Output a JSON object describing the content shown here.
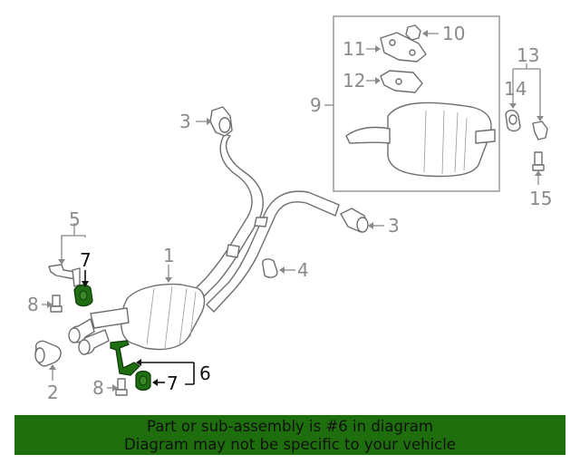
{
  "callouts": {
    "n1": "1",
    "n2": "2",
    "n3a": "3",
    "n3b": "3",
    "n4": "4",
    "n5": "5",
    "n6": "6",
    "n7a": "7",
    "n7b": "7",
    "n8a": "8",
    "n8b": "8",
    "n9": "9",
    "n10": "10",
    "n11": "11",
    "n12": "12",
    "n13": "13",
    "n14": "14",
    "n15": "15"
  },
  "highlight": {
    "part_number": "6",
    "color": "#1e6e0e"
  },
  "banner": {
    "line1": "Part or sub-assembly is #6 in diagram",
    "line2": "Diagram may not be specific to your vehicle"
  }
}
